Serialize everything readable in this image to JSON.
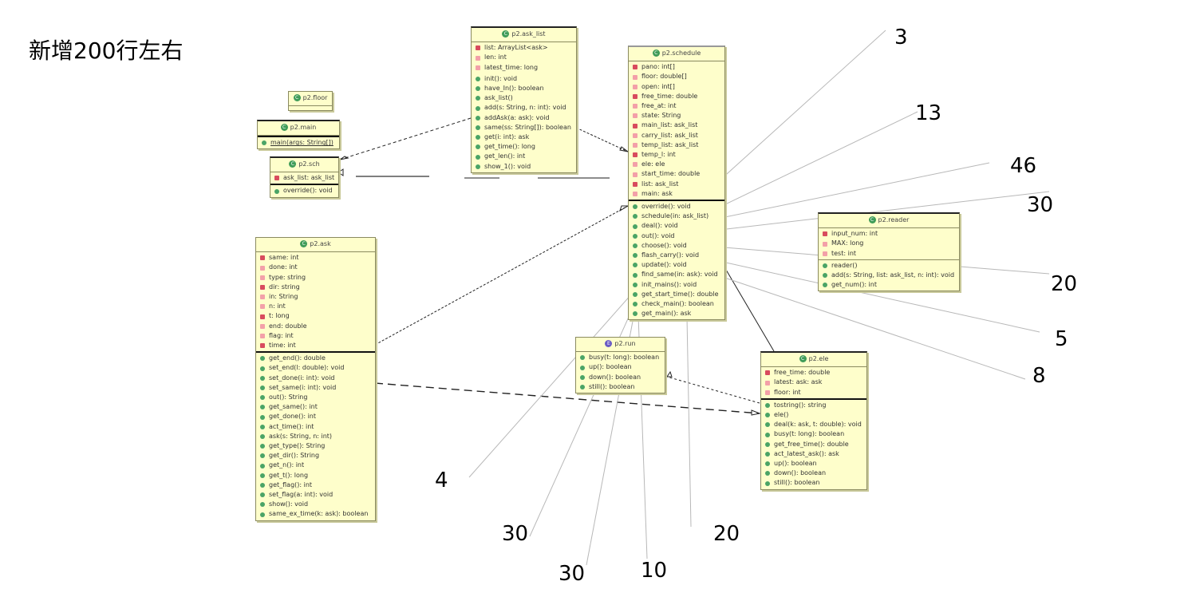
{
  "heading": "新增200行左右",
  "colors": {
    "class_fill": "#fefecb",
    "field_icon": "#d84b5e",
    "method_icon": "#4aa466",
    "enum_icon": "#6a5bc4"
  },
  "classes": {
    "floor": {
      "name": "p2.floor",
      "icon": "class-icon",
      "fields": [],
      "methods": []
    },
    "main": {
      "name": "p2.main",
      "icon": "class-icon",
      "fields": [],
      "methods": [
        "main(args: String[])"
      ]
    },
    "sch": {
      "name": "p2.sch",
      "icon": "class-icon",
      "fields": [
        "ask_list: ask_list"
      ],
      "methods": [
        "override(): void"
      ]
    },
    "ask_list": {
      "name": "p2.ask_list",
      "icon": "class-icon",
      "fields": [
        "list: ArrayList<ask>",
        "len: int",
        "latest_time: long"
      ],
      "methods": [
        "init(): void",
        "have_In(): boolean",
        "ask_list()",
        "add(s: String, n: int): void",
        "addAsk(a: ask): void",
        "same(ss: String[]): boolean",
        "get(i: int): ask",
        "get_time(): long",
        "get_len(): int",
        "show_1(): void"
      ]
    },
    "schedule": {
      "name": "p2.schedule",
      "icon": "class-icon",
      "fields": [
        "pano: int[]",
        "floor: double[]",
        "open: int[]",
        "free_time: double",
        "free_at: int",
        "state: String",
        "main_list: ask_list",
        "carry_list: ask_list",
        "temp_list: ask_list",
        "temp_l: int",
        "ele: ele",
        "start_time: double",
        "list: ask_list",
        "main: ask"
      ],
      "methods": [
        "override(): void",
        "schedule(in: ask_list)",
        "deal(): void",
        "out(): void",
        "choose(): void",
        "flash_carry(): void",
        "update(): void",
        "find_same(in: ask): void",
        "init_mains(): void",
        "get_start_time(): double",
        "check_main(): boolean",
        "get_main(): ask"
      ]
    },
    "reader": {
      "name": "p2.reader",
      "icon": "class-icon",
      "fields": [
        "input_num: int",
        "MAX: long",
        "test: int"
      ],
      "methods": [
        "reader()",
        "add(s: String, list: ask_list, n: int): void",
        "get_num(): int"
      ]
    },
    "ask": {
      "name": "p2.ask",
      "icon": "class-icon",
      "fields": [
        "same: int",
        "done: int",
        "type: string",
        "dir: string",
        "in: String",
        "n: int",
        "t: long",
        "end: double",
        "flag: int",
        "time: int"
      ],
      "methods": [
        "get_end(): double",
        "set_end(l: double): void",
        "set_done(i: int): void",
        "set_same(i: int): void",
        "out(): String",
        "get_same(): int",
        "get_done(): int",
        "act_time(): int",
        "ask(s: String, n: int)",
        "get_type(): String",
        "get_dir(): String",
        "get_n(): int",
        "get_t(): long",
        "get_flag(): int",
        "set_flag(a: int): void",
        "show(): void",
        "same_ex_time(k: ask): boolean"
      ]
    },
    "run": {
      "name": "p2.run",
      "icon": "enum-icon",
      "fields": [],
      "methods": [
        "busy(t: long): boolean",
        "up(): boolean",
        "down(): boolean",
        "still(): boolean"
      ]
    },
    "ele": {
      "name": "p2.ele",
      "icon": "class-icon",
      "fields": [
        "free_time: double",
        "latest: ask: ask",
        "floor: int"
      ],
      "methods": [
        "tostring(): string",
        "ele()",
        "deal(k: ask, t: double): void",
        "busy(t: long): boolean",
        "get_free_time(): double",
        "act_latest_ask(): ask",
        "up(): boolean",
        "down(): boolean",
        "still(): boolean"
      ]
    }
  },
  "annotations": [
    "3",
    "13",
    "46",
    "30",
    "20",
    "5",
    "8",
    "4",
    "30",
    "30",
    "10",
    "20"
  ]
}
